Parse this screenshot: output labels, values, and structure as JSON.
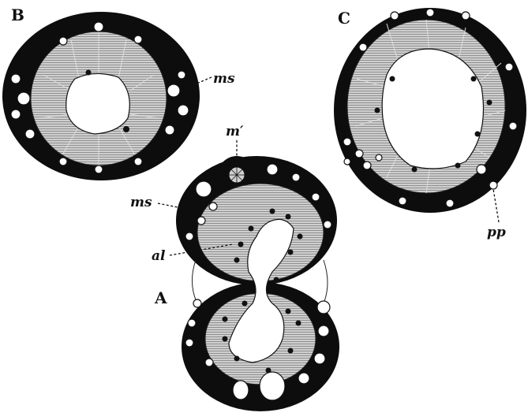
{
  "figure": {
    "panels": [
      {
        "id": "A",
        "label": "A"
      },
      {
        "id": "B",
        "label": "B"
      },
      {
        "id": "C",
        "label": "C"
      }
    ],
    "annotations": {
      "ms_b": "ms",
      "m_prime": "m′",
      "ms_a": "ms",
      "al": "al",
      "pp": "pp"
    }
  }
}
